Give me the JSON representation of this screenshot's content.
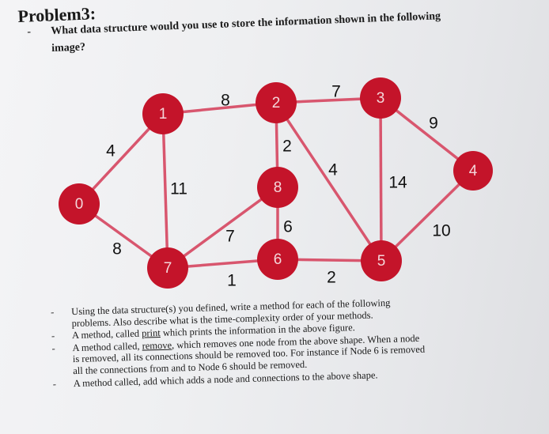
{
  "problem": {
    "title": "Problem3:",
    "question_line1": "What data structure would you use to store the information shown in the following",
    "question_line2": "image?"
  },
  "graph": {
    "node_color": "#c4142a",
    "edge_color": "#d8566e",
    "nodes": [
      {
        "id": "0",
        "label": "0"
      },
      {
        "id": "1",
        "label": "1"
      },
      {
        "id": "2",
        "label": "2"
      },
      {
        "id": "3",
        "label": "3"
      },
      {
        "id": "4",
        "label": "4"
      },
      {
        "id": "5",
        "label": "5"
      },
      {
        "id": "6",
        "label": "6"
      },
      {
        "id": "7",
        "label": "7"
      },
      {
        "id": "8",
        "label": "8"
      }
    ],
    "edges": [
      {
        "from": "0",
        "to": "1",
        "weight": "4"
      },
      {
        "from": "0",
        "to": "7",
        "weight": "8"
      },
      {
        "from": "1",
        "to": "2",
        "weight": "8"
      },
      {
        "from": "1",
        "to": "7",
        "weight": "11"
      },
      {
        "from": "2",
        "to": "3",
        "weight": "7"
      },
      {
        "from": "2",
        "to": "8",
        "weight": "2"
      },
      {
        "from": "2",
        "to": "5",
        "weight": "4"
      },
      {
        "from": "3",
        "to": "4",
        "weight": "9"
      },
      {
        "from": "3",
        "to": "5",
        "weight": "14"
      },
      {
        "from": "4",
        "to": "5",
        "weight": "10"
      },
      {
        "from": "8",
        "to": "7",
        "weight": "7"
      },
      {
        "from": "8",
        "to": "6",
        "weight": "6"
      },
      {
        "from": "7",
        "to": "6",
        "weight": "1"
      },
      {
        "from": "6",
        "to": "5",
        "weight": "2"
      }
    ]
  },
  "tasks": {
    "bullet": "-",
    "intro_line1": "Using the data structure(s) you defined, write a method for each of the following",
    "intro_line2": "problems. Also describe what is the time-complexity order of your methods.",
    "print_pre": "A method, called ",
    "print_word": "print",
    "print_post": " which prints the information in the above figure.",
    "remove_pre": "A method called, ",
    "remove_word": "remove",
    "remove_post1": ", which removes one node from the above shape. When a node",
    "remove_line2": "is removed, all its connections should be removed too. For instance if Node 6 is removed",
    "remove_line3": "all the connections from and to Node 6 should be removed.",
    "add_text": "A method called, add which adds a node and connections to the above shape."
  }
}
